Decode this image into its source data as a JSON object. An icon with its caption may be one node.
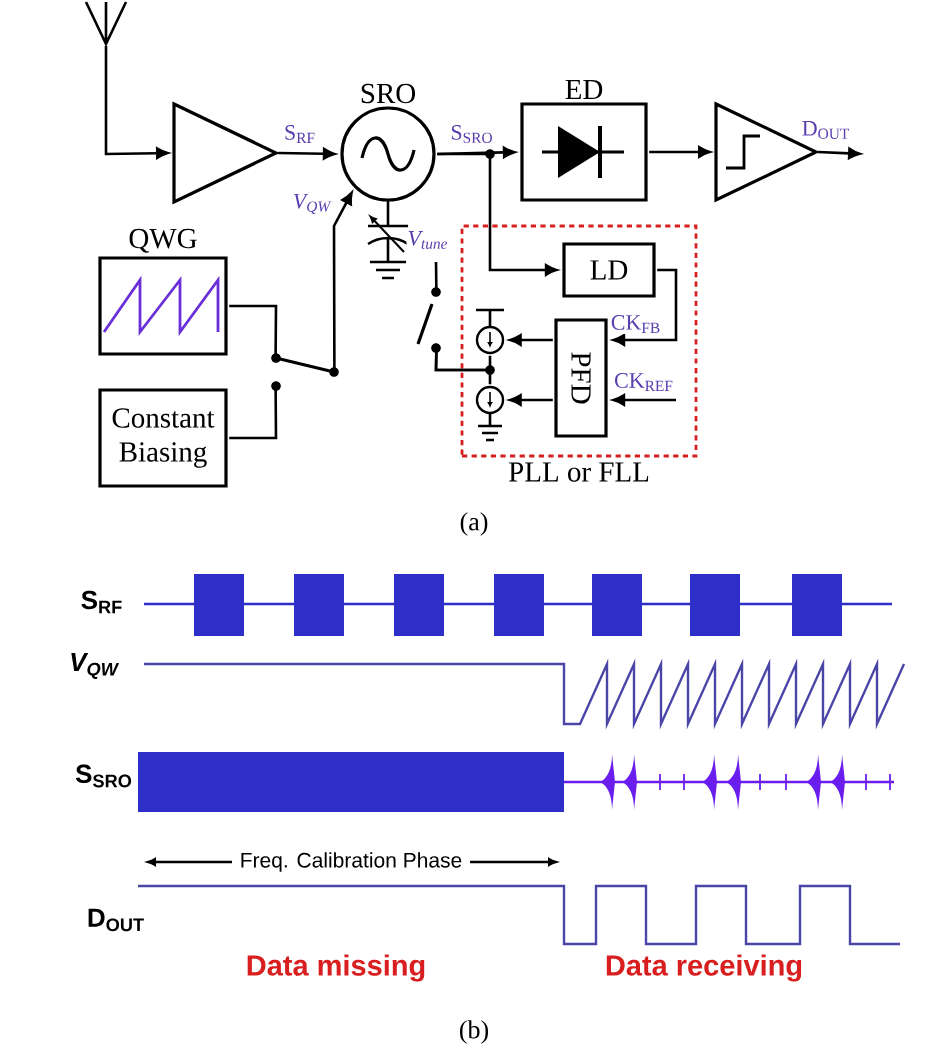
{
  "diagram": {
    "nodes": [
      {
        "text": [],
        "shape": "antenna"
      },
      {
        "text": [],
        "shape": "triangle"
      },
      {
        "text": [
          "SRO"
        ]
      },
      {
        "text": [
          "ED"
        ]
      },
      {
        "text": [],
        "shape": "triangle"
      },
      {
        "text": [
          "QWG"
        ]
      },
      {
        "text": [
          "Constant Biasing"
        ]
      },
      {
        "text": [],
        "shape": "switch"
      },
      {
        "text": [],
        "shape": "switch"
      },
      {
        "text": [
          "PLL or FLL"
        ]
      },
      {
        "text": [
          "LD"
        ],
        "in": 9
      },
      {
        "text": [
          "PFD"
        ],
        "in": 9
      },
      {
        "text": [],
        "shape": "circle",
        "in": 9
      },
      {
        "text": [],
        "shape": "circle",
        "in": 9
      }
    ],
    "edges": [
      {
        "from": 0,
        "to": 1,
        "arrow": "to"
      },
      {
        "from": 1,
        "to": 2,
        "arrow": "to",
        "label": "S$_{RF}$"
      },
      {
        "from": 2,
        "to": 3,
        "arrow": "to",
        "label": "S$_{SRO}$"
      },
      {
        "from": 3,
        "to": 4,
        "arrow": "to"
      },
      {
        "from": 4,
        "to": null,
        "arrow": "to",
        "label": "D$_{OUT}$"
      },
      {
        "from": 5,
        "to": 7,
        "arrow": "none"
      },
      {
        "from": 6,
        "to": 7,
        "arrow": "none"
      },
      {
        "from": 7,
        "to": 2,
        "arrow": "to",
        "label": "V$_{QW}$"
      },
      {
        "from": 2,
        "to": 10,
        "arrow": "to"
      },
      {
        "from": 10,
        "to": 11,
        "arrow": "to",
        "label": "CK$_{FB}$"
      },
      {
        "from": null,
        "to": 11,
        "arrow": "to",
        "label": "CK$_{REF}$"
      },
      {
        "from": 11,
        "to": 12,
        "arrow": "to"
      },
      {
        "from": 11,
        "to": 13,
        "arrow": "to"
      },
      {
        "from": 8,
        "to": null,
        "arrow": "none",
        "label": "V$_{tune}$"
      },
      {
        "from": 8,
        "to": 12,
        "arrow": "none"
      },
      {
        "from": 8,
        "to": 13,
        "arrow": "none"
      }
    ],
    "labels": [
      "(a)",
      "S$_{RF}$",
      "V$_{QW}$",
      "S$_{SRO}$",
      "Freq. Calibration Phase",
      "D$_{OUT}$",
      "Data missing",
      "Data receiving",
      "(b)"
    ]
  }
}
